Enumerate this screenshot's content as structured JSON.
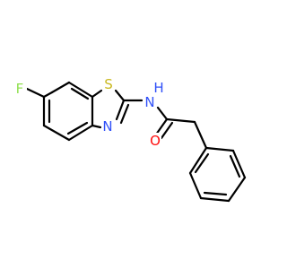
{
  "molecule": {
    "atoms": {
      "fluorine": {
        "label": "F",
        "color": "#90e050"
      },
      "sulfur": {
        "label": "S",
        "color": "#c9b81e"
      },
      "ring_nitrogen": {
        "label": "N",
        "color": "#3050f8"
      },
      "amide_nitrogen": {
        "label": "N",
        "color": "#3050f8"
      },
      "amide_hydrogen": {
        "label": "H",
        "color": "#3050f8"
      },
      "carbonyl_oxygen": {
        "label": "O",
        "color": "#ff0d0d"
      }
    },
    "bond_color": "#000000"
  }
}
